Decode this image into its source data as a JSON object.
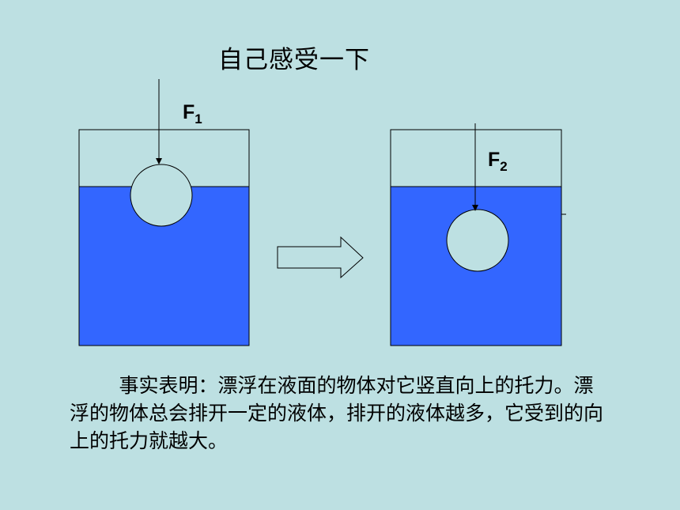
{
  "title": "自己感受一下",
  "labels": {
    "f1": {
      "letter": "F",
      "sub": "1"
    },
    "f2": {
      "letter": "F",
      "sub": "2"
    }
  },
  "colors": {
    "background": "#bde0e2",
    "water": "#3366ff",
    "ball": "#bde0e2",
    "stroke": "#000000"
  },
  "caption": "事实表明：漂浮在液面的物体对它竖直向上的托力。漂浮的物体总会排开一定的液体，排开的液体越多，它受到的向上的托力就越大。"
}
